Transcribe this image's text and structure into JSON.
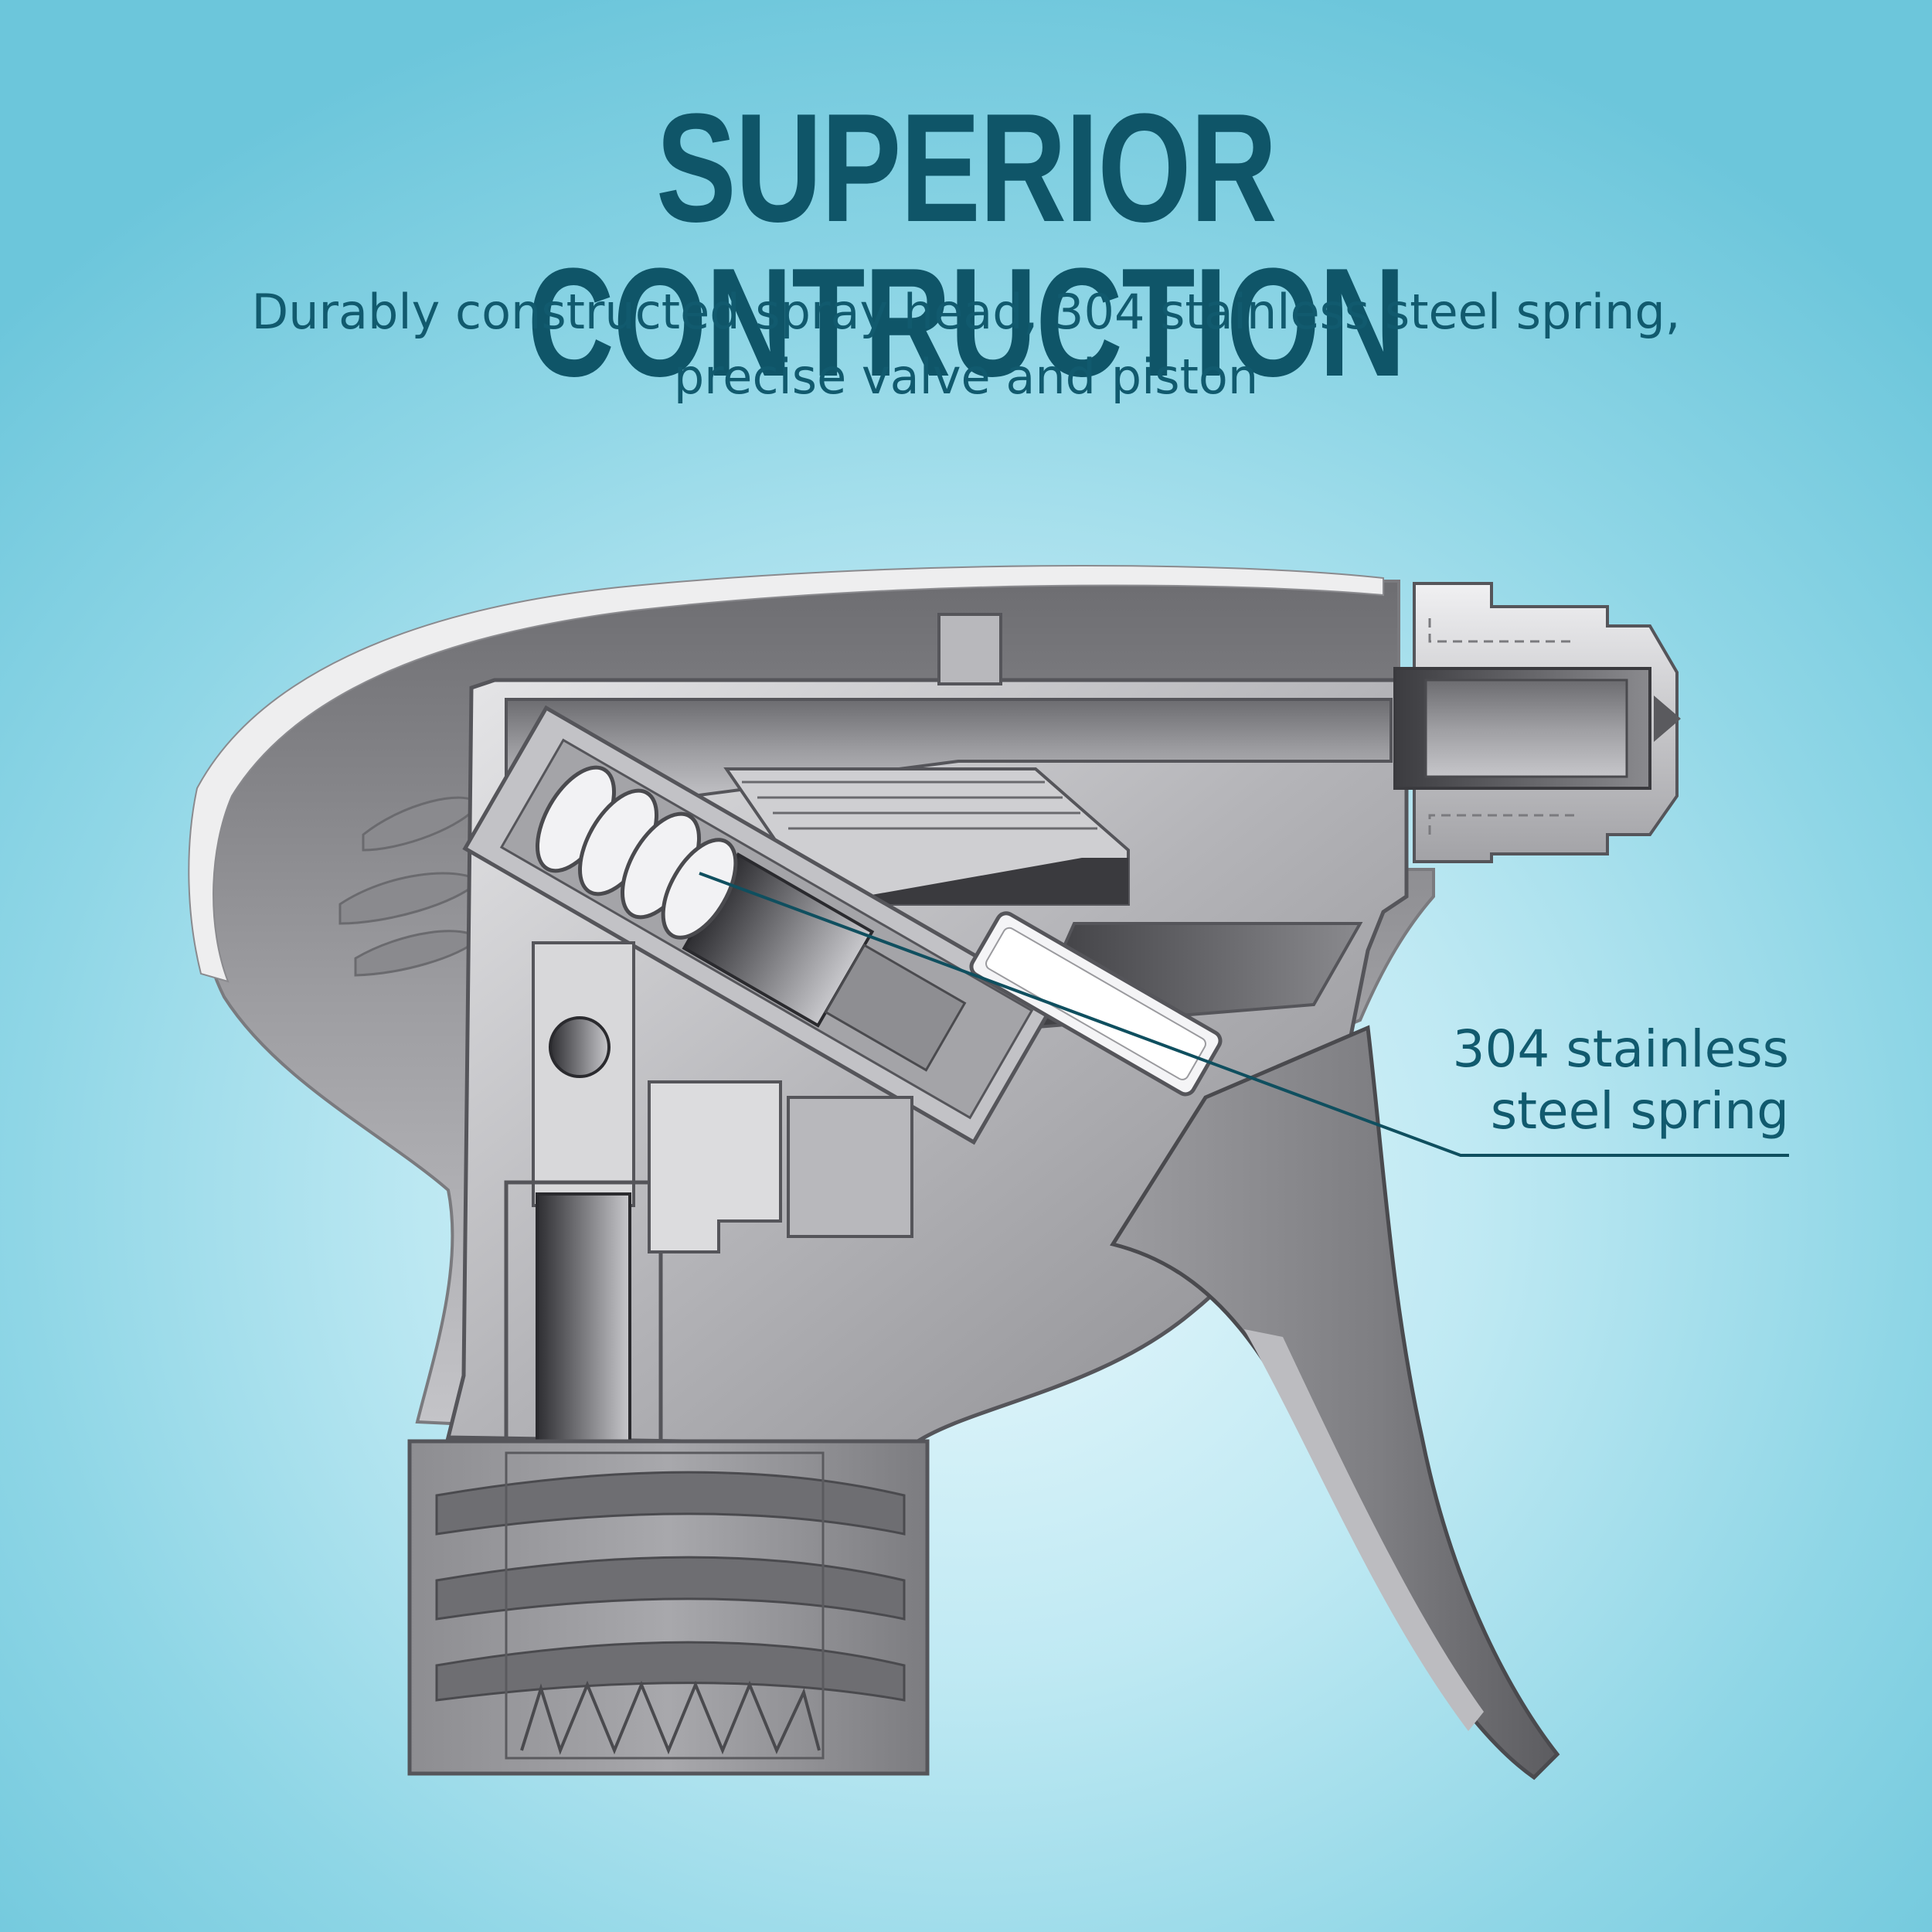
{
  "title": "SUPERIOR CONTRUCTION",
  "subtitle": {
    "line1": "Durably constructed spray head, 304 stainless steel spring,",
    "line2": "precise valve and piston"
  },
  "callout": {
    "line1": "304 stainless",
    "line2": "steel spring"
  },
  "colors": {
    "text": "#0f5568",
    "leader_line": "#0f4f5f",
    "body_light": "#d9d9db",
    "body_mid": "#9a9a9e",
    "body_dark": "#5e5e62"
  }
}
